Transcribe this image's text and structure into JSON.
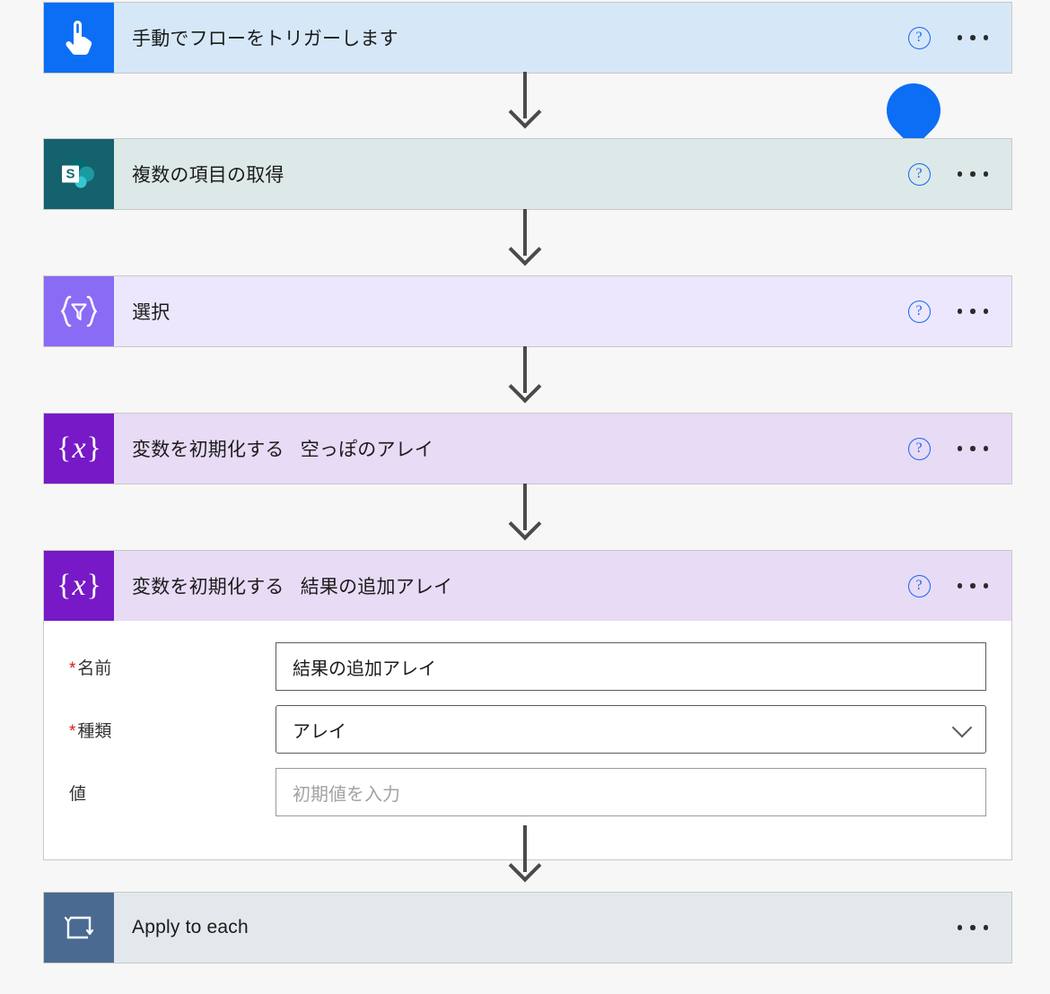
{
  "flow": {
    "steps": [
      {
        "id": "manual-trigger",
        "title": "手動でフローをトリガーします",
        "icon": "hand-tap-icon",
        "has_help": true,
        "has_menu": true,
        "expanded": false
      },
      {
        "id": "get-items",
        "title": "複数の項目の取得",
        "icon": "sharepoint-icon",
        "has_help": true,
        "has_menu": true,
        "expanded": false
      },
      {
        "id": "select",
        "title": "選択",
        "icon": "select-filter-icon",
        "has_help": true,
        "has_menu": true,
        "expanded": false
      },
      {
        "id": "init-variable-empty-array",
        "title": "変数を初期化する   空っぽのアレイ",
        "icon": "variable-icon",
        "has_help": true,
        "has_menu": true,
        "expanded": false
      },
      {
        "id": "init-variable-result-array",
        "title": "変数を初期化する   結果の追加アレイ",
        "icon": "variable-icon",
        "has_help": true,
        "has_menu": true,
        "expanded": true,
        "fields": [
          {
            "label": "名前",
            "required": true,
            "value": "結果の追加アレイ",
            "placeholder": "",
            "control": "text"
          },
          {
            "label": "種類",
            "required": true,
            "value": "アレイ",
            "placeholder": "",
            "control": "dropdown"
          },
          {
            "label": "値",
            "required": false,
            "value": "",
            "placeholder": "初期値を入力",
            "control": "text"
          }
        ]
      },
      {
        "id": "apply-to-each",
        "title": "Apply to each",
        "icon": "loop-icon",
        "has_help": false,
        "has_menu": true,
        "expanded": false
      }
    ]
  },
  "icons": {
    "help": "?",
    "variable_glyph": "{x}",
    "select_glyph": "{▽}"
  },
  "colors": {
    "trigger_bg": "#d6e8f8",
    "trigger_tile": "#0b6ef4",
    "sharepoint_bg": "#dce9e8",
    "sharepoint_tile": "#15616d",
    "select_bg": "#ece7fd",
    "select_tile": "#8a6bf5",
    "variable_bg": "#e7dbf6",
    "variable_tile": "#7719c6",
    "loop_bg": "#e3e8ec",
    "loop_tile": "#4a6a91",
    "help_blue": "#1565f0",
    "required_red": "#d91c1c",
    "connector_gray": "#4a4a4a",
    "drop_marker": "#0b6ef4",
    "canvas_bg": "#f7f7f7"
  }
}
